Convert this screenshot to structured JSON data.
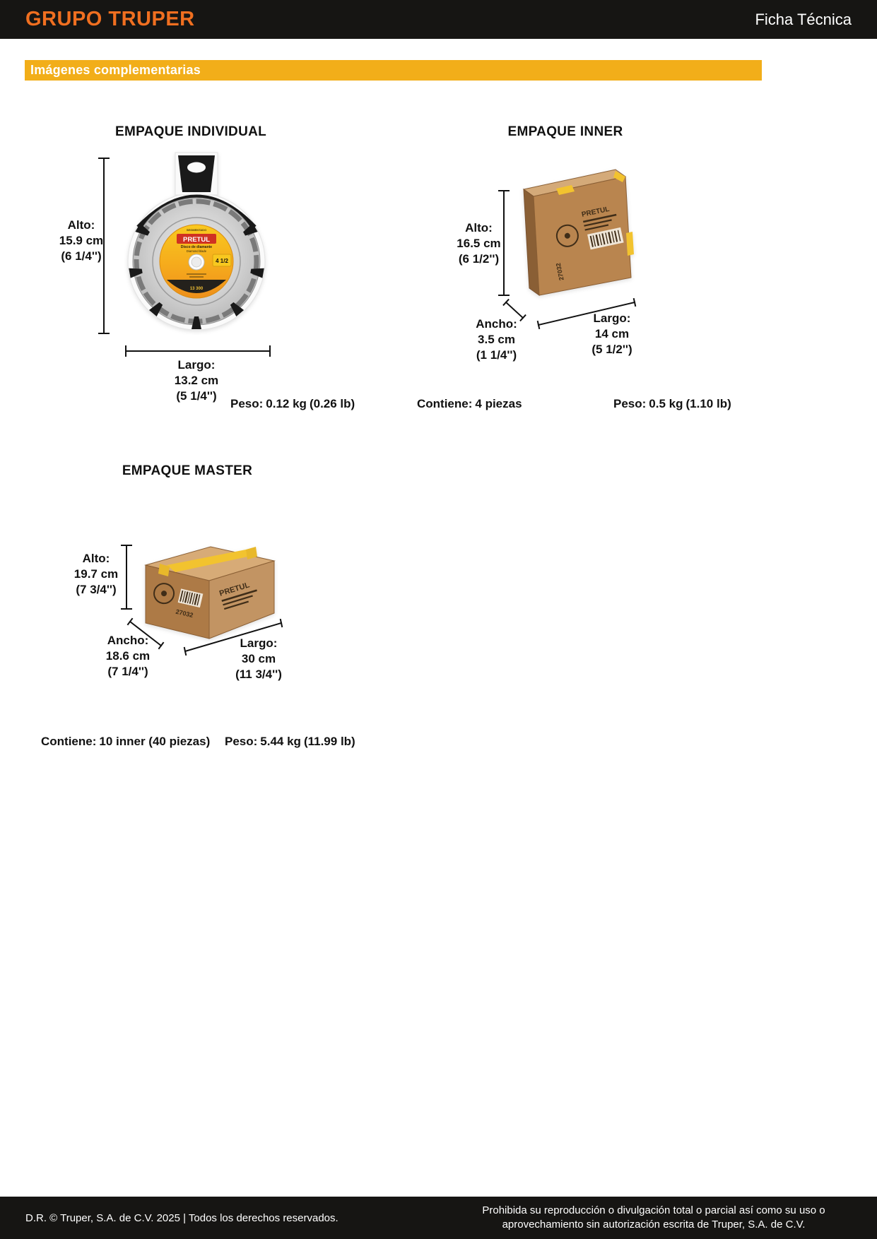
{
  "header": {
    "brand": "GRUPO TRUPER",
    "doc_type": "Ficha Técnica"
  },
  "section_bar": {
    "title": "Imágenes complementarias"
  },
  "individual": {
    "title": "EMPAQUE INDIVIDUAL",
    "alto": {
      "label": "Alto:",
      "value": "15.9 cm",
      "alt": "(6 1/4'')"
    },
    "largo": {
      "label": "Largo:",
      "value": "13.2 cm",
      "alt": "(5 1/4'')"
    },
    "peso": {
      "label": "Peso:",
      "value": "0.12 kg",
      "alt": "(0.26 lb)"
    },
    "product": {
      "brand": "PRETUL",
      "line1": "Disco de diamante",
      "line2": "Diamond blade",
      "size": "4 1/2",
      "seg": "SEGMENTADO",
      "rpm": "13 300"
    }
  },
  "inner": {
    "title": "EMPAQUE INNER",
    "alto": {
      "label": "Alto:",
      "value": "16.5 cm",
      "alt": "(6 1/2'')"
    },
    "ancho": {
      "label": "Ancho:",
      "value": "3.5 cm",
      "alt": "(1 1/4'')"
    },
    "largo": {
      "label": "Largo:",
      "value": "14 cm",
      "alt": "(5 1/2'')"
    },
    "contiene": {
      "label": "Contiene:",
      "value": "4 piezas"
    },
    "peso": {
      "label": "Peso:",
      "value": "0.5 kg",
      "alt": "(1.10 lb)"
    },
    "box": {
      "brand": "PRETUL",
      "code": "27032"
    }
  },
  "master": {
    "title": "EMPAQUE MASTER",
    "alto": {
      "label": "Alto:",
      "value": "19.7 cm",
      "alt": "(7 3/4'')"
    },
    "ancho": {
      "label": "Ancho:",
      "value": "18.6 cm",
      "alt": "(7 1/4'')"
    },
    "largo": {
      "label": "Largo:",
      "value": "30 cm",
      "alt": "(11 3/4'')"
    },
    "contiene": {
      "label": "Contiene:",
      "value": "10 inner (40 piezas)"
    },
    "peso": {
      "label": "Peso:",
      "value": "5.44 kg",
      "alt": "(11.99 lb)"
    },
    "box": {
      "brand": "PRETUL",
      "code": "27032"
    }
  },
  "footer": {
    "left": "D.R. © Truper, S.A. de C.V. 2025 | Todos los derechos reservados.",
    "right": "Prohibida su reproducción o divulgación total o parcial así como su uso o aprovechamiento sin autorización escrita de Truper, S.A. de C.V."
  },
  "colors": {
    "accent_orange": "#F06F20",
    "accent_yellow": "#F2AE19",
    "header_black": "#161513"
  }
}
